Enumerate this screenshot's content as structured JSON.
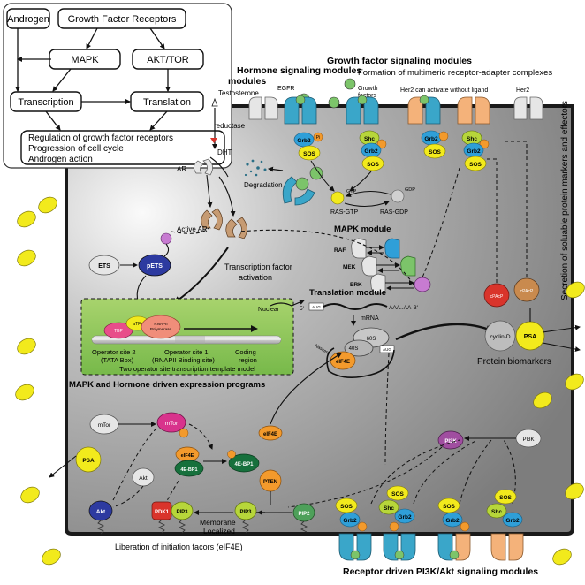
{
  "inset": {
    "androgen": "Androgen",
    "gfr": "Growth Factor Receptors",
    "mapk": "MAPK",
    "akt_tor": "AKT/TOR",
    "transcription": "Transcription",
    "translation": "Translation",
    "outcomes": [
      "Regulation of growth factor receptors",
      "Progression of cell cycle",
      "Androgen action"
    ]
  },
  "headers": {
    "hormone_modules": "Hormone signaling modules",
    "gf_modules": "Growth factor signaling modules",
    "multimeric": "Formation of multimeric receptor-adapter complexes",
    "her2_ligand": "Her2 can activate without ligand",
    "her2": "Her2",
    "egfr": "EGFR",
    "growth_factors": "Growth factors",
    "testosterone": "Testosterone",
    "reductase": "reductase",
    "secretion": "Secretion of soluable protein markers and effectors"
  },
  "hormone": {
    "dht": "DHT",
    "degradation": "Degradation",
    "ar": "AR",
    "active_ar": "Active AR",
    "ets": "ETS",
    "pets": "pETS",
    "tf_activation": "Transcription factor activation"
  },
  "gf": {
    "grb2": "Grb2",
    "pi": "Pi",
    "sos": "SOS",
    "shc": "Shc",
    "gtp": "GTP",
    "gdp": "GDP",
    "ras_gtp": "RAS-GTP",
    "ras_gdp": "RAS-GDP"
  },
  "mapk": {
    "module": "MAPK module",
    "raf": "RAF",
    "mek": "MEK",
    "erk": "ERK"
  },
  "template": {
    "tbp": "TBP",
    "atfs": "aTFs",
    "rnap": "RNAPII",
    "polymerase": "Polymerase",
    "nuclear": "Nuclear",
    "op2": "Operator site 2",
    "op2_sub": "(TATA Box)",
    "op1": "Operator site 1",
    "op1_sub": "(RNAPII Binding site)",
    "coding": "Coding",
    "coding_sub": "region",
    "model": "Two operator site transcription template model",
    "programs": "MAPK and Hormone driven expression programs"
  },
  "translation": {
    "module": "Translation module",
    "five": "5'",
    "three": "3'",
    "aug": "AUG",
    "polya": "AAA..AA",
    "mrna": "mRNA",
    "s40": "40S",
    "s60": "60S",
    "eif4e": "eIF4E",
    "nascent": "Nascent"
  },
  "markers": {
    "cpacp": "cPAcP",
    "psa": "PSA",
    "cyclin": "cyclin-D",
    "biomarkers": "Protein biomarkers"
  },
  "pi3k": {
    "mtor": "mTor",
    "eif4e": "eIF4E",
    "bp1": "4E-BP1",
    "pten": "PTEN",
    "pi3k": "PI3K",
    "akt": "Akt",
    "pdk1": "PDK1",
    "pip3": "PIP3",
    "pip2": "PIP2",
    "membrane": "Membrane",
    "localized": "Localized",
    "liberation": "Liberation of initiation facors (eIF4E)",
    "module": "Receptor driven PI3K/Akt signaling modules"
  },
  "colors": {
    "cell": "#8c8c8c",
    "grb2": "#2f9fd8",
    "sos": "#f2ea1c",
    "pi": "#f39a2c",
    "shc": "#b7d63a",
    "receptor_blue": "#3aa6c9",
    "receptor_orange": "#f4b27a",
    "ligand": "#7cc46a",
    "pets": "#2d3aa0",
    "red": "#d9342b",
    "green_dark": "#16703c",
    "magenta": "#d8338c",
    "yellow": "#f2ea1c"
  }
}
